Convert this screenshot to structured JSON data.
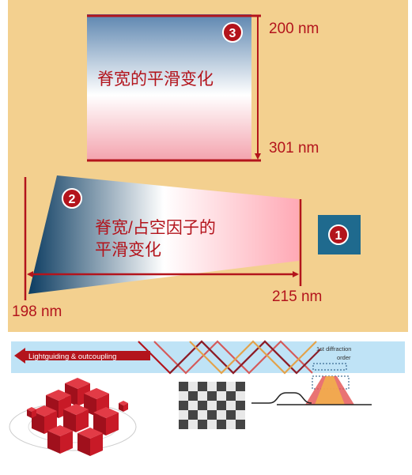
{
  "colors": {
    "panel_bg": "#f3d08f",
    "accent_red": "#b3141c",
    "navy": "#0c3c61",
    "teal_box": "#1f6a8e",
    "light_blue": "#bfe3f6",
    "pink": "#ffb0bb"
  },
  "square_region": {
    "badge": "3",
    "label": "脊宽的平滑变化",
    "top_dimension": "200 nm",
    "bottom_dimension": "301 nm"
  },
  "trapezoid_region": {
    "badge": "2",
    "label_line1": "脊宽/占空因子的",
    "label_line2": "平滑变化",
    "left_dimension": "198 nm",
    "right_dimension": "215 nm"
  },
  "small_box": {
    "badge": "1"
  },
  "waveguide": {
    "arrow_label": "Lightguiding & outcoupling",
    "diffraction_label_line1": "1st diffraction",
    "diffraction_label_line2": "order"
  },
  "bottom_icons": [
    "red-cubes-icon",
    "checkerboard-icon",
    "grating-profile-icon",
    "emission-cone-icon"
  ]
}
